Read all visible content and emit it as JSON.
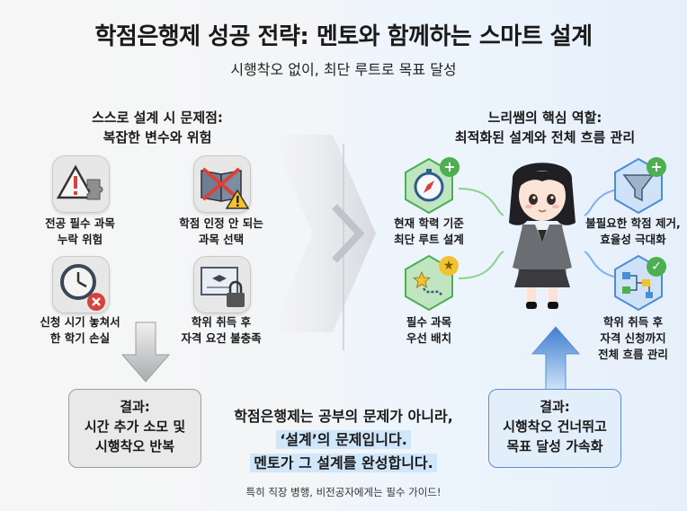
{
  "title": "학점은행제 성공 전략: 멘토와 함께하는 스마트 설계",
  "subtitle": "시행착오 없이, 최단 루트로 목표 달성",
  "left": {
    "heading_line1": "스스로 설계 시 문제점:",
    "heading_line2": "복잡한 변수와 위험",
    "items": [
      {
        "icon": "warning-puzzle-icon",
        "line1": "전공 필수 과목",
        "line2": "누락 위험"
      },
      {
        "icon": "crossed-book-icon",
        "line1": "학점 인정 안 되는",
        "line2": "과목 선택"
      },
      {
        "icon": "clock-error-icon",
        "line1": "신청 시기 놓쳐서",
        "line2": "한 학기 손실"
      },
      {
        "icon": "locked-certificate-icon",
        "line1": "학위 취득 후",
        "line2": "자격 요건 불충족"
      }
    ],
    "result": {
      "line1": "결과:",
      "line2": "시간 추가 소모 및",
      "line3": "시행착오 반복"
    }
  },
  "right": {
    "heading_line1": "느리쌤의 핵심 역할:",
    "heading_line2": "최적화된 설계와 전체 흐름 관리",
    "items": [
      {
        "icon": "compass-icon",
        "line1": "현재 학력 기준",
        "line2": "최단 루트 설계"
      },
      {
        "icon": "funnel-icon",
        "line1": "불필요한 학점 제거,",
        "line2": "효율성 극대화"
      },
      {
        "icon": "star-path-icon",
        "line1": "필수 과목",
        "line2": "우선 배치"
      },
      {
        "icon": "flowchart-icon",
        "line1": "학위 취득 후",
        "line2": "자격 신청까지",
        "line3": "전체 흐름 관리"
      }
    ],
    "result": {
      "line1": "결과:",
      "line2": "시행착오 건너뛰고",
      "line3": "목표 달성 가속화"
    }
  },
  "center": {
    "line1": "학점은행제는 공부의 문제가 아니라,",
    "line2": "‘설계’의 문제입니다.",
    "line3": "멘토가 그 설계를 완성합니다."
  },
  "footnote": "특히 직장 병행, 비전공자에게는 필수 가이드!",
  "colors": {
    "green": "#4caf50",
    "blue": "#4a8fd6",
    "warning": "#f2c230",
    "red": "#d9413a",
    "highlight": "#cfe6fb"
  }
}
